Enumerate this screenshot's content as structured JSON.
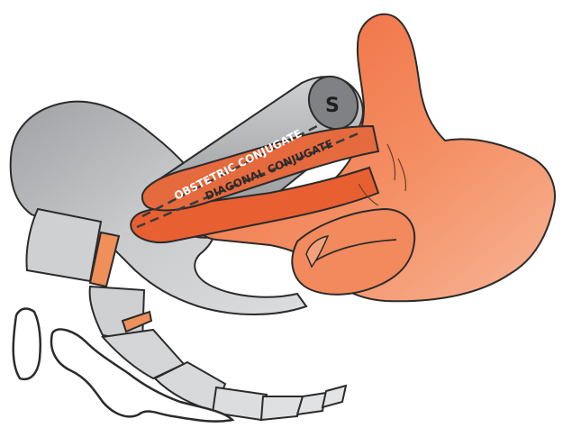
{
  "labels": {
    "obstetric": "OBSTETRIC CONJUGATE",
    "diagonal": "DIAGONAL CONJUGATE",
    "symphysis": "S"
  },
  "colors": {
    "bone": "#bdbec0",
    "bone_light": "#d9dadc",
    "bone_dark": "#9c9ea1",
    "outline": "#2b2b2b",
    "hand": "#f28a5e",
    "hand_dark": "#e5643a",
    "finger": "#e85f32",
    "cartilage": "#ef8f5a",
    "dash": "#3a3a3a"
  },
  "icons": {
    "pelvis": "pelvis-bone-illustration",
    "hand": "examining-hand-illustration"
  }
}
